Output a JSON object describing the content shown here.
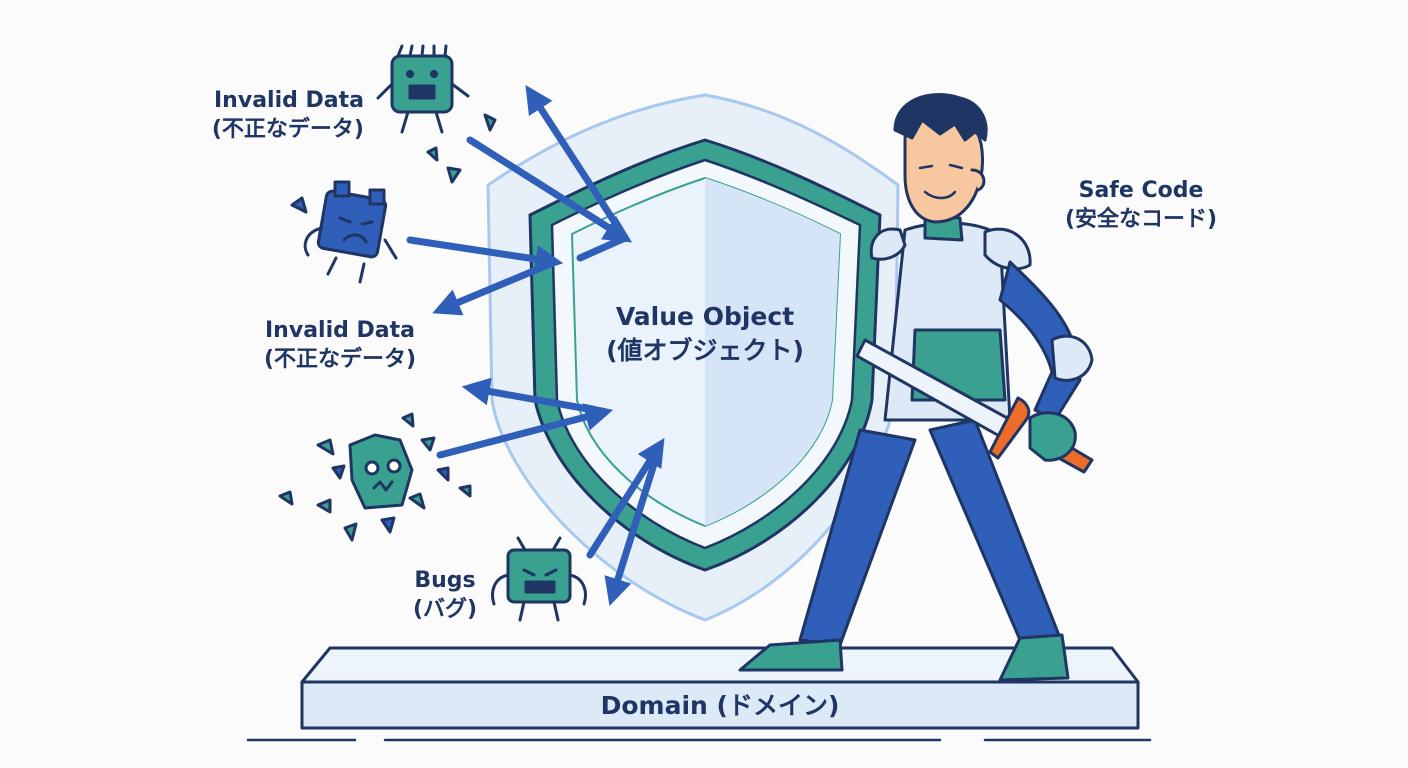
{
  "labels": {
    "invalid_data_1": {
      "en": "Invalid Data",
      "ja": "(不正なデータ)"
    },
    "invalid_data_2": {
      "en": "Invalid Data",
      "ja": "(不正なデータ)"
    },
    "bugs": {
      "en": "Bugs",
      "ja": "(バグ)"
    },
    "safe_code": {
      "en": "Safe Code",
      "ja": "(安全なコード)"
    },
    "value_object": {
      "en": "Value Object",
      "ja": "(値オブジェクト)"
    },
    "domain": "Domain (ドメイン)"
  },
  "colors": {
    "navy": "#1f3564",
    "blue": "#2f5fb8",
    "teal": "#3aa191",
    "light_blue": "#dbe8f6",
    "orange": "#ee6c2a"
  }
}
